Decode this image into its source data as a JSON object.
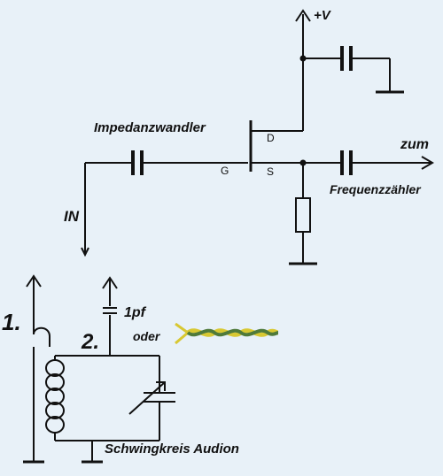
{
  "labels": {
    "vplus": "+V",
    "impedanz": "Impedanzwandler",
    "drain": "D",
    "gate": "G",
    "source": "S",
    "zum": "zum",
    "frequenz": "Frequenzzähler",
    "in": "IN",
    "step1": "1.",
    "step2": "2.",
    "cap_value": "1pf",
    "oder": "oder",
    "schwingkreis": "Schwingkreis Audion"
  },
  "colors": {
    "background": "#e8f1f8",
    "line": "#111111",
    "twisted_yellow": "#d8c832",
    "twisted_green": "#4f7a3a"
  },
  "icons": {
    "fet": "fet-transistor-icon",
    "capacitor": "capacitor-icon",
    "resistor": "resistor-icon",
    "coil": "coil-inductor-icon",
    "variable_capacitor": "variable-capacitor-icon",
    "twisted_wire": "twisted-wire-icon"
  }
}
